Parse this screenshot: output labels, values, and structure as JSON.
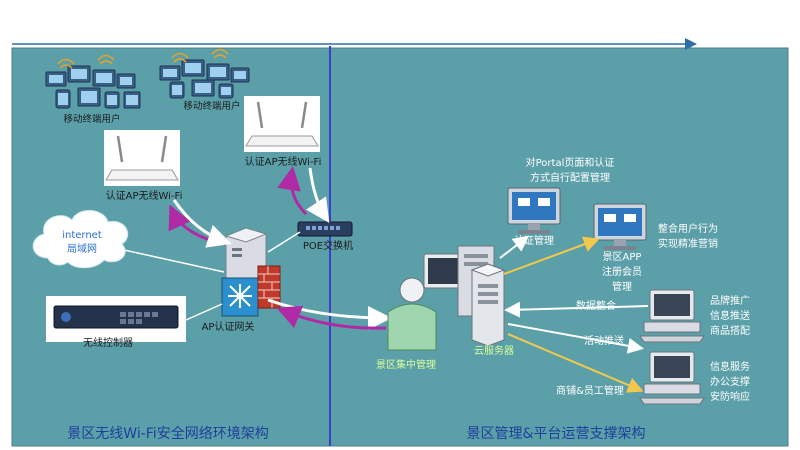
{
  "colors": {
    "panel": "#5b9fa8",
    "panel_border": "#477f89",
    "divider": "#3b3fd0",
    "top_line": "#2f6fa3",
    "white_arrow": "#ffffff",
    "magenta_arrow": "#b02aa6",
    "yellow_arrow": "#f2c94c",
    "footer_text": "#1f3f9e",
    "green_text": "#d9ff9a",
    "white_text": "#ffffff"
  },
  "left": {
    "mobile_users_1": "移动终端用户",
    "mobile_users_2": "移动终端用户",
    "ap_top": "认证AP无线Wi-Fi",
    "ap_left": "认证AP无线Wi-Fi",
    "internet_line1": "internet",
    "internet_line2": "局域网",
    "poe_switch": "POE交换机",
    "ap_gateway": "AP认证网关",
    "wireless_controller": "无线控制器",
    "footer": "景区无线Wi-Fi安全网络环境架构"
  },
  "right": {
    "central_mgmt": "景区集中管理",
    "cloud_server": "云服务器",
    "portal_line1": "对Portal页面和认证",
    "portal_line2": "方式自行配置管理",
    "auth_mgmt": "认证管理",
    "app_line1": "景区APP",
    "app_line2": "注册会员",
    "app_line3": "管理",
    "behavior_line1": "整合用户行为",
    "behavior_line2": "实现精准营销",
    "data_integration": "数据整合",
    "brand_line1": "品牌推广",
    "brand_line2": "信息推送",
    "brand_line3": "商品搭配",
    "activity_push": "活动推送",
    "info_line1": "信息服务",
    "info_line2": "办公支撑",
    "info_line3": "安防响应",
    "shop_staff": "商铺&员工管理",
    "footer": "景区管理&平台运营支撑架构"
  }
}
